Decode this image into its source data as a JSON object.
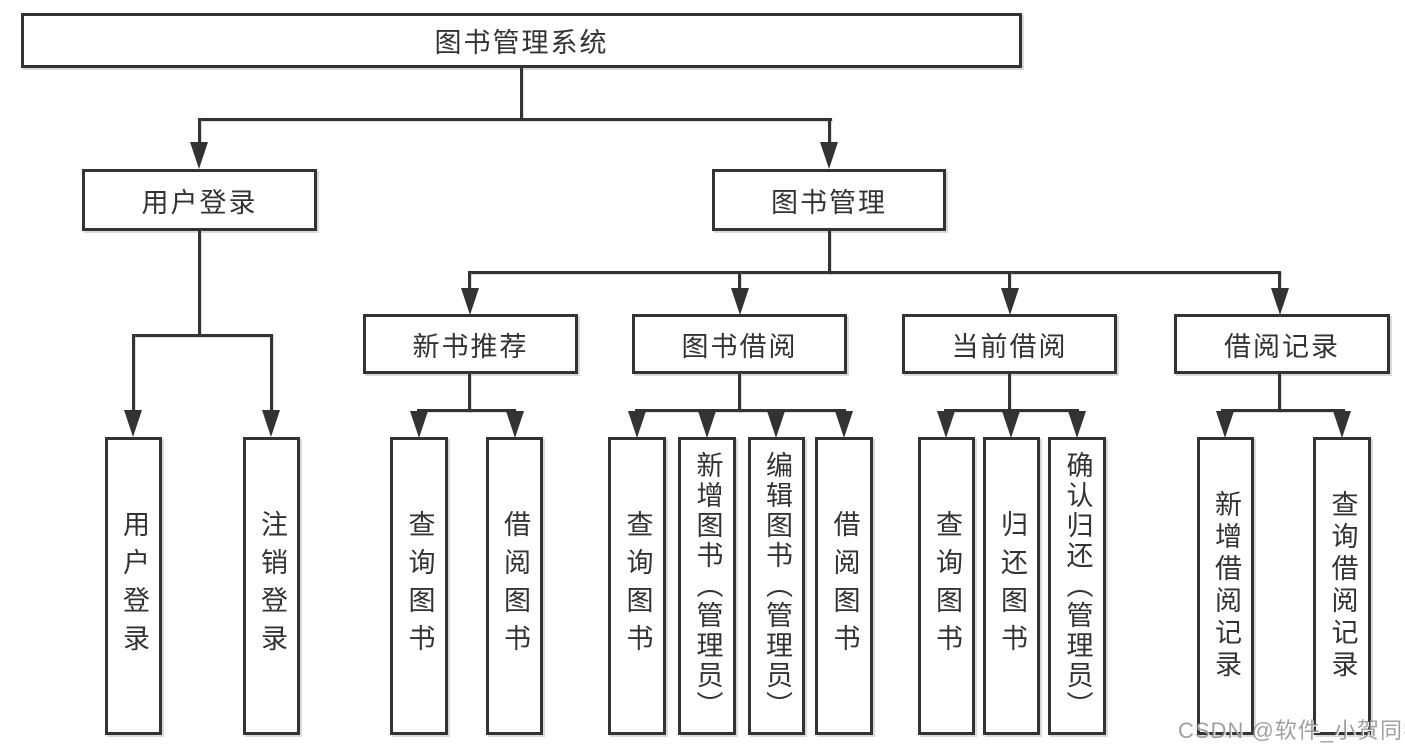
{
  "diagram": {
    "title": "图书管理系统",
    "level2": {
      "user_login": "用户登录",
      "book_management": "图书管理"
    },
    "level3": {
      "new_book_recommend": "新书推荐",
      "book_borrow": "图书借阅",
      "current_borrow": "当前借阅",
      "borrow_records": "借阅记录"
    },
    "leaves": {
      "login": [
        "用户登录",
        "注销登录"
      ],
      "recommend": [
        "查询图书",
        "借阅图书"
      ],
      "borrow": [
        "查询图书",
        "新增图书（管理员）",
        "编辑图书（管理员）",
        "借阅图书"
      ],
      "current": [
        "查询图书",
        "归还图书",
        "确认归还（管理员）"
      ],
      "records": [
        "新增借阅记录",
        "查询借阅记录"
      ]
    }
  },
  "watermark": {
    "text": "CSDN @软件_小贺同学"
  },
  "colors": {
    "line": "#333333",
    "background": "#ffffff",
    "watermark": "#808080"
  }
}
